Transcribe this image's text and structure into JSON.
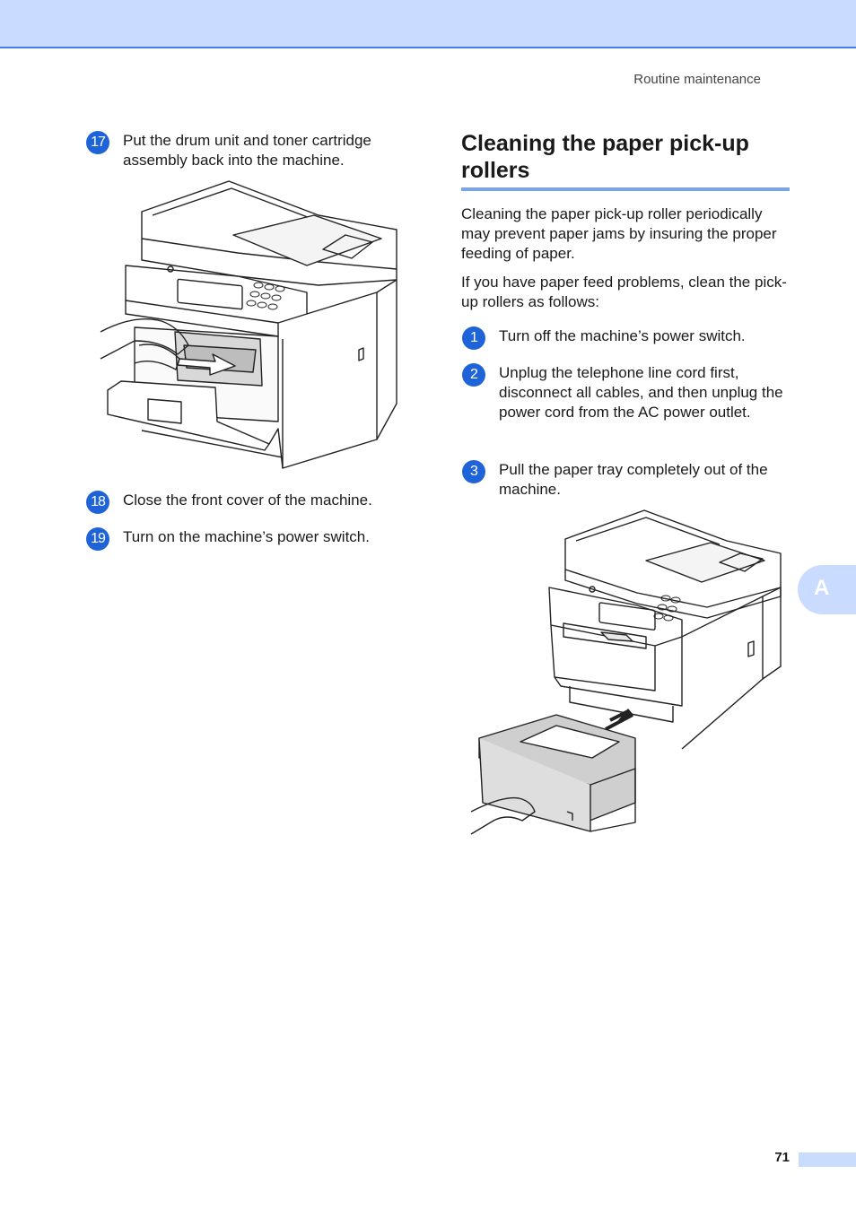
{
  "header": {
    "section": "Routine maintenance"
  },
  "left_steps": [
    {
      "num": "17",
      "text": "Put the drum unit and toner cartridge assembly back into the machine."
    },
    {
      "num": "18",
      "text": "Close the front cover of the machine."
    },
    {
      "num": "19",
      "text": "Turn on the machine’s power switch."
    }
  ],
  "section": {
    "title": "Cleaning the paper pick-up rollers",
    "intro1": "Cleaning the paper pick-up roller periodically may prevent paper jams by insuring the proper feeding of paper.",
    "intro2": "If you have paper feed problems, clean the pick-up rollers as follows:",
    "steps": [
      {
        "num": "1",
        "text": "Turn off the machine’s power switch."
      },
      {
        "num": "2",
        "text": "Unplug the telephone line cord first, disconnect all cables, and then unplug the power cord from the AC power outlet."
      },
      {
        "num": "3",
        "text": "Pull the paper tray completely out of the machine."
      }
    ]
  },
  "side_tab": {
    "label": "A"
  },
  "footer": {
    "page_number": "71"
  },
  "colors": {
    "accent": "#1f63d8",
    "band": "#c9dbff",
    "rule": "#7aa4ef"
  }
}
